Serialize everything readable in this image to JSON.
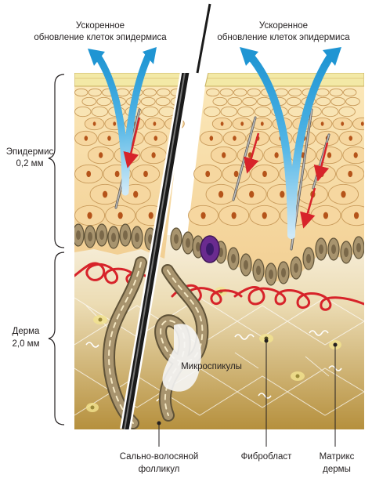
{
  "labels": {
    "top_left_line1": "Ускоренное",
    "top_left_line2": "обновление клеток эпидермиса",
    "top_right_line1": "Ускоренное",
    "top_right_line2": "обновление клеток эпидермиса",
    "epidermis_line1": "Эпидермис",
    "epidermis_line2": "0,2 мм",
    "dermis_line1": "Дерма",
    "dermis_line2": "2,0 мм",
    "microspicules": "Микроспикулы",
    "follicle_line1": "Сально-волосяной",
    "follicle_line2": "фолликул",
    "fibroblast": "Фибробласт",
    "matrix_line1": "Матрикс",
    "matrix_line2": "дермы"
  },
  "colors": {
    "stratum_corneum": "#f3e9a6",
    "epidermis": "#f6dfae",
    "cell_outline": "#c89a5a",
    "nucleus": "#b5541a",
    "basal_cell": "#a8946e",
    "dermis_top": "#f5ecd8",
    "dermis_bottom": "#b9953f",
    "capillary": "#d7232a",
    "renewal_arrow": "#2aa1dc",
    "hair": "#222222",
    "melanocyte": "#6a2b8f",
    "spicule": "#8f8f8f"
  }
}
